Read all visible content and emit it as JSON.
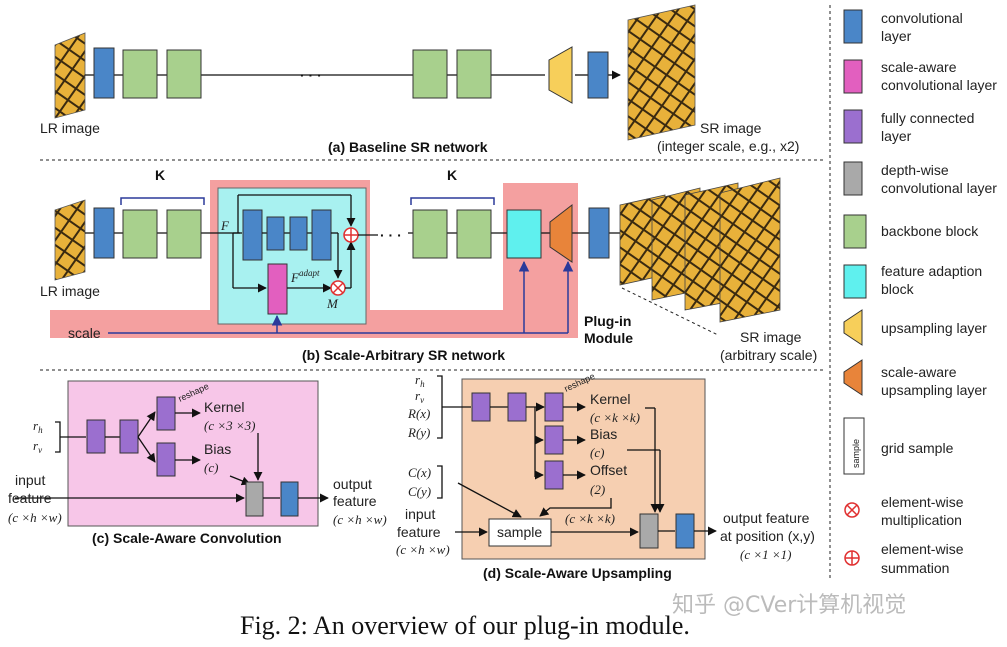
{
  "panel_a": {
    "title": "(a) Baseline SR network",
    "lr_label": "LR image",
    "ellipsis": "· · ·",
    "sr_label": "SR image",
    "sr_sub": "(integer scale, e.g., x2)"
  },
  "panel_b": {
    "title": "(b) Scale-Arbitrary SR network",
    "lr_label": "LR image",
    "k1": "K",
    "k2": "K",
    "f_label": "F",
    "fadapt_label": "F",
    "fadapt_sup": "adapt",
    "m_label": "M",
    "scale_label": "scale",
    "plugin_line1": "Plug-in",
    "plugin_line2": "Module",
    "ellipsis": "· · ·",
    "sr_label": "SR image",
    "sr_sub": "(arbitrary scale)"
  },
  "panel_c": {
    "title": "(c) Scale-Aware Convolution",
    "rh": "r",
    "rh_sub": "h",
    "rv": "r",
    "rv_sub": "v",
    "reshape": "reshape",
    "kernel": "Kernel",
    "kernel_dim": "(c ×3 ×3)",
    "bias": "Bias",
    "bias_dim": "(c)",
    "input1": "input",
    "input2": "feature",
    "input3": "(c ×h ×w)",
    "output1": "output",
    "output2": "feature",
    "output3": "(c ×h ×w)"
  },
  "panel_d": {
    "title": "(d) Scale-Aware Upsampling",
    "rh": "r",
    "rh_sub": "h",
    "rv": "r",
    "rv_sub": "v",
    "rx": "R(x)",
    "ry": "R(y)",
    "cx": "C(x)",
    "cy": "C(y)",
    "reshape": "reshape",
    "kernel": "Kernel",
    "kernel_dim": "(c ×k ×k)",
    "bias": "Bias",
    "bias_dim": "(c)",
    "offset": "Offset",
    "offset_dim": "(2)",
    "sample": "sample",
    "mid_dim": "(c ×k ×k)",
    "input1": "input",
    "input2": "feature",
    "input3": "(c ×h ×w)",
    "output1": "output feature",
    "output2": "at position (x,y)",
    "output3": "(c ×1 ×1)"
  },
  "legend": [
    {
      "icon": "convolutional-layer-icon",
      "color": "#4a86c8",
      "l1": "convolutional",
      "l2": "layer"
    },
    {
      "icon": "scale-aware-conv-icon",
      "color": "#e25fbf",
      "l1": "scale-aware",
      "l2": "convolutional layer"
    },
    {
      "icon": "fully-connected-icon",
      "color": "#9b6fcf",
      "l1": "fully connected",
      "l2": "layer"
    },
    {
      "icon": "depth-wise-icon",
      "color": "#a9a9a9",
      "l1": "depth-wise",
      "l2": "convolutional layer"
    },
    {
      "icon": "backbone-block-icon",
      "color": "#a8d08d",
      "l1": "backbone block",
      "l2": ""
    },
    {
      "icon": "feature-adaption-icon",
      "color": "#5ff0ee",
      "l1": "feature adaption",
      "l2": "block"
    },
    {
      "icon": "upsampling-layer-icon",
      "color": "#f7cf5a",
      "l1": "upsampling layer",
      "l2": ""
    },
    {
      "icon": "scale-aware-upsampling-icon",
      "color": "#e8843a",
      "l1": "scale-aware",
      "l2": "upsampling layer"
    },
    {
      "icon": "grid-sample-icon",
      "color": "#ffffff",
      "l1": "grid sample",
      "l2": "",
      "box_text": "sample"
    },
    {
      "icon": "element-wise-multiplication-icon",
      "color": "#e03030",
      "l1": "element-wise",
      "l2": "multiplication"
    },
    {
      "icon": "element-wise-summation-icon",
      "color": "#e03030",
      "l1": "element-wise",
      "l2": "summation"
    }
  ],
  "caption": "Fig. 2: An overview of our plug-in module.",
  "watermark": "知乎 @CVer计算机视觉",
  "colors": {
    "conv": "#4a86c8",
    "backbone": "#a8d08d",
    "fc": "#9b6fcf",
    "scale_conv": "#e25fbf",
    "depthwise": "#a9a9a9",
    "adapt": "#5ff0ee",
    "upsample": "#f7cf5a",
    "scale_up": "#e8843a",
    "plugin_bg": "#f4a0a0",
    "panel_c_bg": "#f7c6e8",
    "panel_d_bg": "#f6cfb1",
    "butterfly": "#e3a92f"
  }
}
